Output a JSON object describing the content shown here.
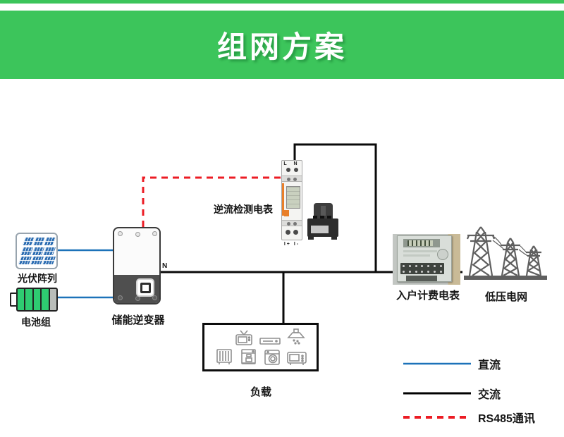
{
  "header": {
    "title": "组网方案"
  },
  "nodes": {
    "pv": {
      "label": "光伏阵列"
    },
    "battery": {
      "label": "电池组"
    },
    "inverter": {
      "label": "储能逆变器"
    },
    "reverse_meter": {
      "label": "逆流检测电表",
      "terminal_top": "L N",
      "terminal_bottom": "I+  I-"
    },
    "billing_meter": {
      "label": "入户计费电表"
    },
    "grid": {
      "label": "低压电网"
    },
    "load": {
      "label": "负载"
    }
  },
  "wire_labels": {
    "neutral": "N"
  },
  "legend": {
    "items": [
      {
        "label": "直流",
        "style": "solid",
        "color": "#1c72b9"
      },
      {
        "label": "交流",
        "style": "solid",
        "color": "#000000"
      },
      {
        "label": "RS485通讯",
        "style": "dashed",
        "color": "#ec1c24"
      }
    ]
  },
  "colors": {
    "banner_green": "#3cc55b",
    "dc_blue": "#1c72b9",
    "ac_black": "#0a0a0a",
    "rs485_red": "#ec1c24"
  }
}
